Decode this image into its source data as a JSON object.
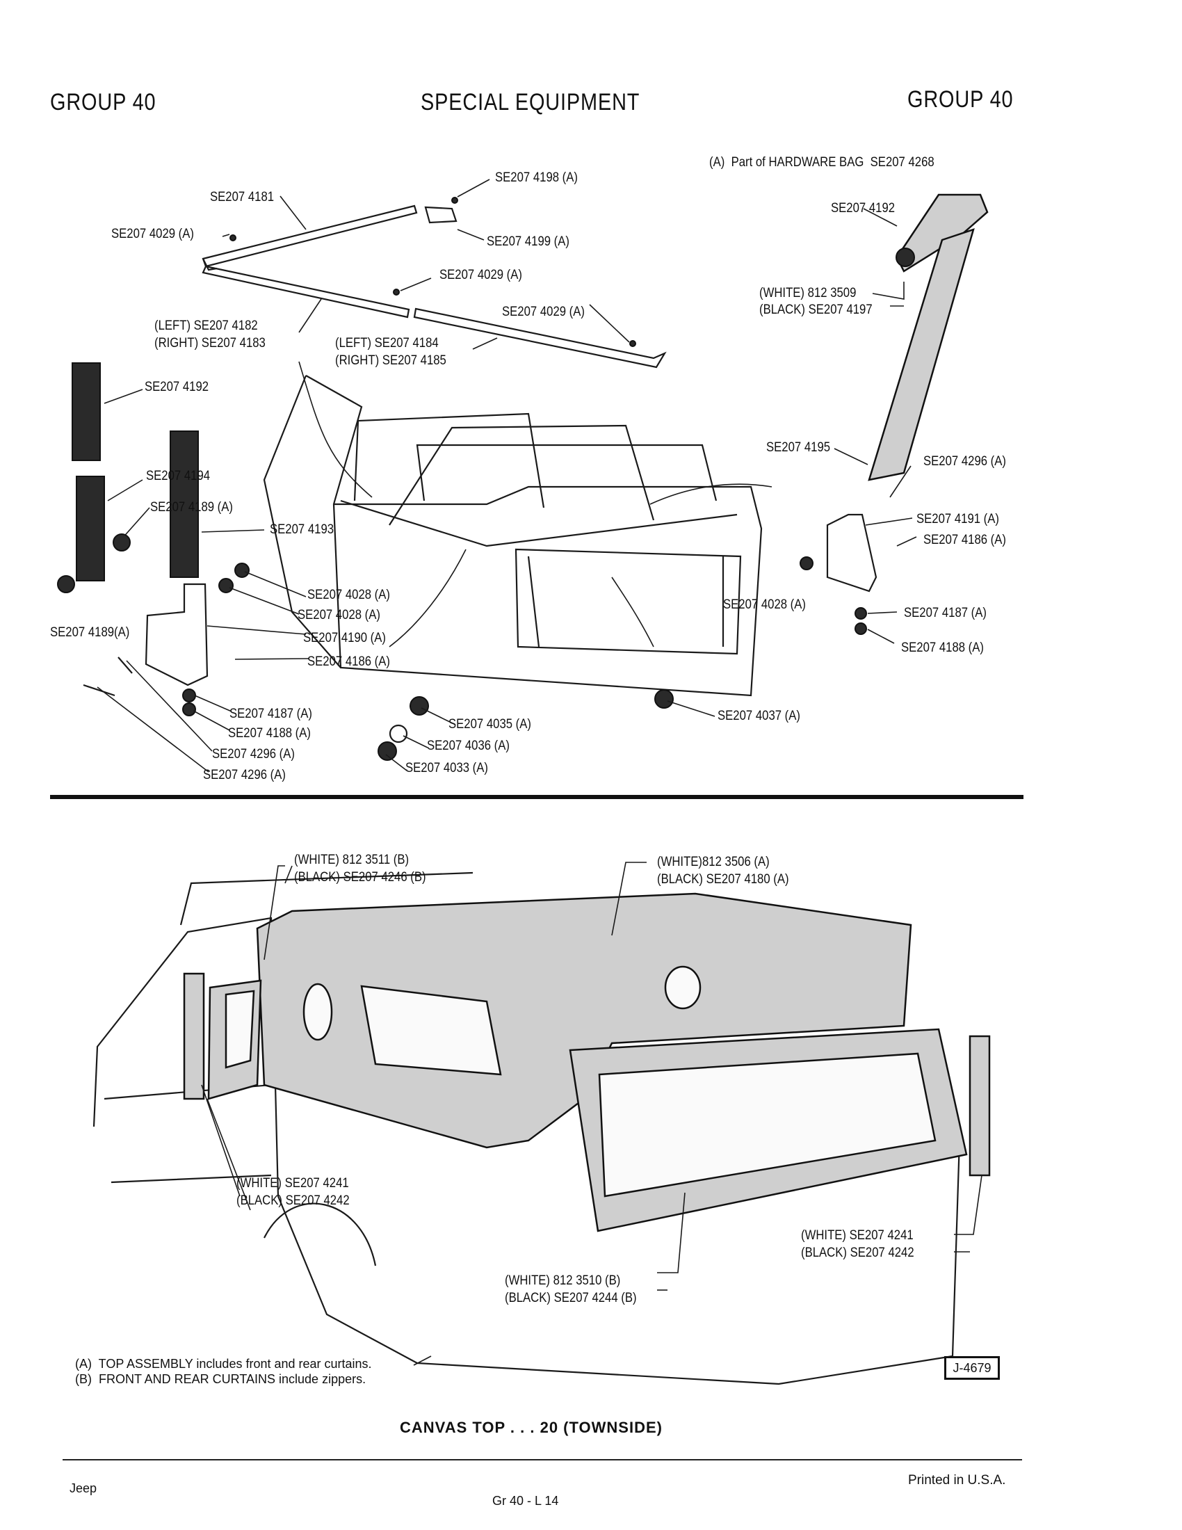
{
  "header": {
    "left": "GROUP 40",
    "center": "SPECIAL EQUIPMENT",
    "right": "GROUP 40"
  },
  "top_note": "(A)  Part of HARDWARE BAG  SE207 4268",
  "labels": {
    "l4198": "SE207 4198 (A)",
    "l4181": "SE207 4181",
    "l4029a": "SE207 4029 (A)",
    "l4199": "SE207 4199 (A)",
    "l4029b": "SE207 4029 (A)",
    "l4029c": "SE207 4029 (A)",
    "l4182": "(LEFT) SE207 4182",
    "l4183": "(RIGHT) SE207 4183",
    "l4184": "(LEFT) SE207 4184",
    "l4185": "(RIGHT) SE207 4185",
    "l4192a": "SE207 4192",
    "l4192b": "SE207 4192",
    "l3509": "(WHITE) 812 3509",
    "l4197": "(BLACK) SE207 4197",
    "l4194": "SE207 4194",
    "l4189a": "SE207 4189 (A)",
    "l4193": "SE207 4193",
    "l4189b": "SE207 4189(A)",
    "l4028a": "SE207 4028 (A)",
    "l4028b": "SE207 4028 (A)",
    "l4190": "SE207 4190 (A)",
    "l4186a": "SE207 4186 (A)",
    "l4187a": "SE207 4187 (A)",
    "l4188a": "SE207 4188 (A)",
    "l4296a": "SE207 4296 (A)",
    "l4296b": "SE207 4296 (A)",
    "l4035": "SE207 4035 (A)",
    "l4036": "SE207 4036 (A)",
    "l4033": "SE207 4033 (A)",
    "l4037": "SE207 4037 (A)",
    "l4195": "SE207 4195",
    "l4296c": "SE207 4296 (A)",
    "l4191": "SE207 4191 (A)",
    "l4186b": "SE207 4186 (A)",
    "l4028c": "SE207 4028 (A)",
    "l4187b": "SE207 4187 (A)",
    "l4188b": "SE207 4188 (A)",
    "l3511": "(WHITE) 812 3511 (B)",
    "l4246": "(BLACK) SE207 4246 (B)",
    "l3506": "(WHITE)812 3506 (A)",
    "l4180": "(BLACK) SE207 4180 (A)",
    "l4241a": "(WHITE) SE207 4241",
    "l4242a": "(BLACK) SE207 4242",
    "l4241b": "(WHITE) SE207 4241",
    "l4242b": "(BLACK) SE207 4242",
    "l3510": "(WHITE) 812 3510 (B)",
    "l4244": "(BLACK) SE207 4244 (B)"
  },
  "notes": {
    "a": "(A)  TOP ASSEMBLY includes front and rear curtains.",
    "b": "(B)  FRONT AND REAR CURTAINS include zippers."
  },
  "figure_id": "J-4679",
  "caption": "CANVAS TOP . . . 20 (TOWNSIDE)",
  "footer": {
    "left": "Jeep",
    "center": "Gr 40 - L 14",
    "right": "Printed in U.S.A."
  }
}
